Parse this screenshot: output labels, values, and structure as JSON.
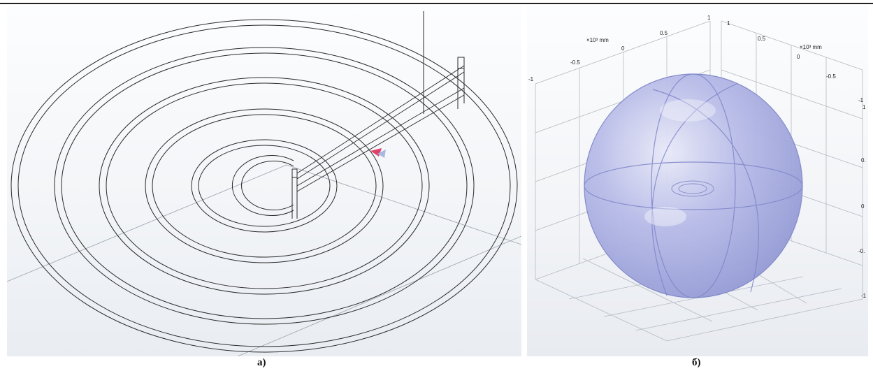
{
  "captions": {
    "a": "а)",
    "b": "б)"
  },
  "panel_b": {
    "left_axis": {
      "unit_label": "×10³ mm",
      "ticks": [
        "-1",
        "-0.5",
        "0",
        "0.5",
        "1"
      ]
    },
    "right_axis": {
      "unit_label": "×10³ mm",
      "ticks": [
        "1",
        "0.5",
        "0",
        "-0.5",
        "-1"
      ]
    },
    "vertical_axis": {
      "ticks": [
        "1",
        "0.",
        "0",
        "-0.",
        "-1"
      ]
    }
  },
  "colors": {
    "sphere_fill": "#a9aee2",
    "sphere_edge": "#7e85c8",
    "wire": "#2a2a2a",
    "port_marker": "#e0406a"
  }
}
